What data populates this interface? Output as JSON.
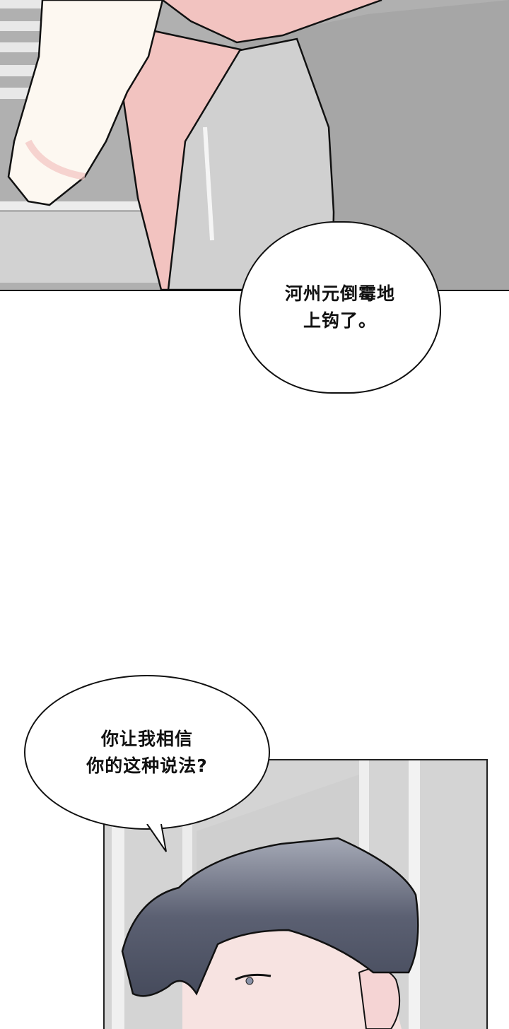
{
  "page": {
    "type": "comic-strip",
    "background": "#ffffff"
  },
  "panels": [
    {
      "id": "panel-top",
      "description": "Close-up of a bare pink-skinned arm draped over a shoulder in a light grey shirt, grey background with window blinds",
      "colors": {
        "skin": "#f4c9c6",
        "skin_highlight": "#fdf8f1",
        "shirt": "#d3d3d3",
        "background": "#a9a9a9",
        "blinds": "#e6e6e6"
      }
    },
    {
      "id": "panel-bottom",
      "description": "Man with dark blue-grey swept hair, eyes looking down, against grey paneled door/wall",
      "colors": {
        "hair": "#4f5566",
        "hair_light": "#a8acb8",
        "skin": "#f6dede",
        "wall": "#d9d9d9",
        "trim": "#f2f2f2"
      }
    }
  ],
  "bubbles": [
    {
      "id": "bubble-1",
      "text": "河州元倒霉地\n上钩了。"
    },
    {
      "id": "bubble-2",
      "text": "你让我相信\n你的这种说法?"
    }
  ]
}
